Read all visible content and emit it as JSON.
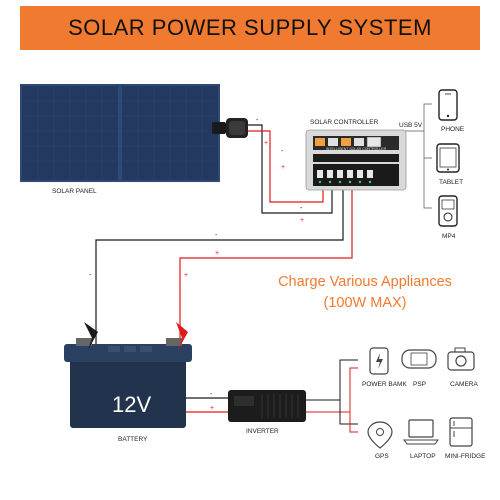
{
  "title": "SOLAR POWER SUPPLY SYSTEM",
  "colors": {
    "banner": "#f07a2f",
    "accent_text": "#f07a2f",
    "positive_wire": "#e01a1a",
    "negative_wire": "#1a1a1a",
    "solar_panel": "#23395f",
    "battery": "#22344d"
  },
  "components": {
    "solar_panel": "SOLAR PANEL",
    "solar_controller": "SOLAR CONTROLLER",
    "controller_faceplate": "INTELLIGENT SOLAR CONTROLLER",
    "usb": "USB 5V",
    "battery": "BATTERY",
    "battery_voltage": "12V",
    "inverter": "INVERTER"
  },
  "charge_text": {
    "line1": "Charge Various Appliances",
    "line2": "(100W MAX)"
  },
  "usb_devices": [
    {
      "label": "PHONE",
      "icon": "phone-icon"
    },
    {
      "label": "TABLET",
      "icon": "tablet-icon"
    },
    {
      "label": "MP4",
      "icon": "mp4-player-icon"
    }
  ],
  "inverter_devices": [
    {
      "label": "POWER BAMK",
      "icon": "power-bank-icon"
    },
    {
      "label": "PSP",
      "icon": "psp-icon"
    },
    {
      "label": "CAMERA",
      "icon": "camera-icon"
    },
    {
      "label": "GPS",
      "icon": "gps-icon"
    },
    {
      "label": "LAPTOP",
      "icon": "laptop-icon"
    },
    {
      "label": "MINI-FRIDGE",
      "icon": "mini-fridge-icon"
    }
  ],
  "polarity": {
    "positive": "+",
    "negative": "-"
  }
}
